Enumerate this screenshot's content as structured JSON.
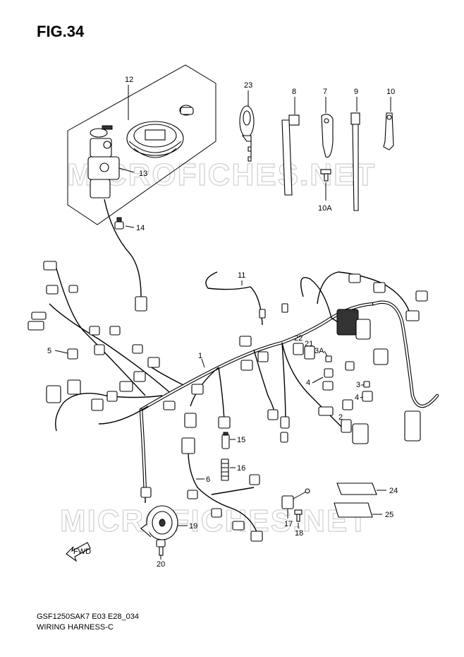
{
  "figure_label": "FIG.34",
  "watermark": "MICROFICHES.NET",
  "footer": {
    "model_code": "GSF1250SAK7 E03 E28_034",
    "title": "WIRING HARNESS-C"
  },
  "fwd_label": "FWD",
  "callouts": [
    "12",
    "13",
    "14",
    "23",
    "8",
    "7",
    "9",
    "10",
    "10A",
    "11",
    "1",
    "5",
    "22",
    "21",
    "3A",
    "4",
    "3",
    "4",
    "2",
    "15",
    "16",
    "6",
    "17",
    "18",
    "24",
    "25",
    "19",
    "20"
  ]
}
